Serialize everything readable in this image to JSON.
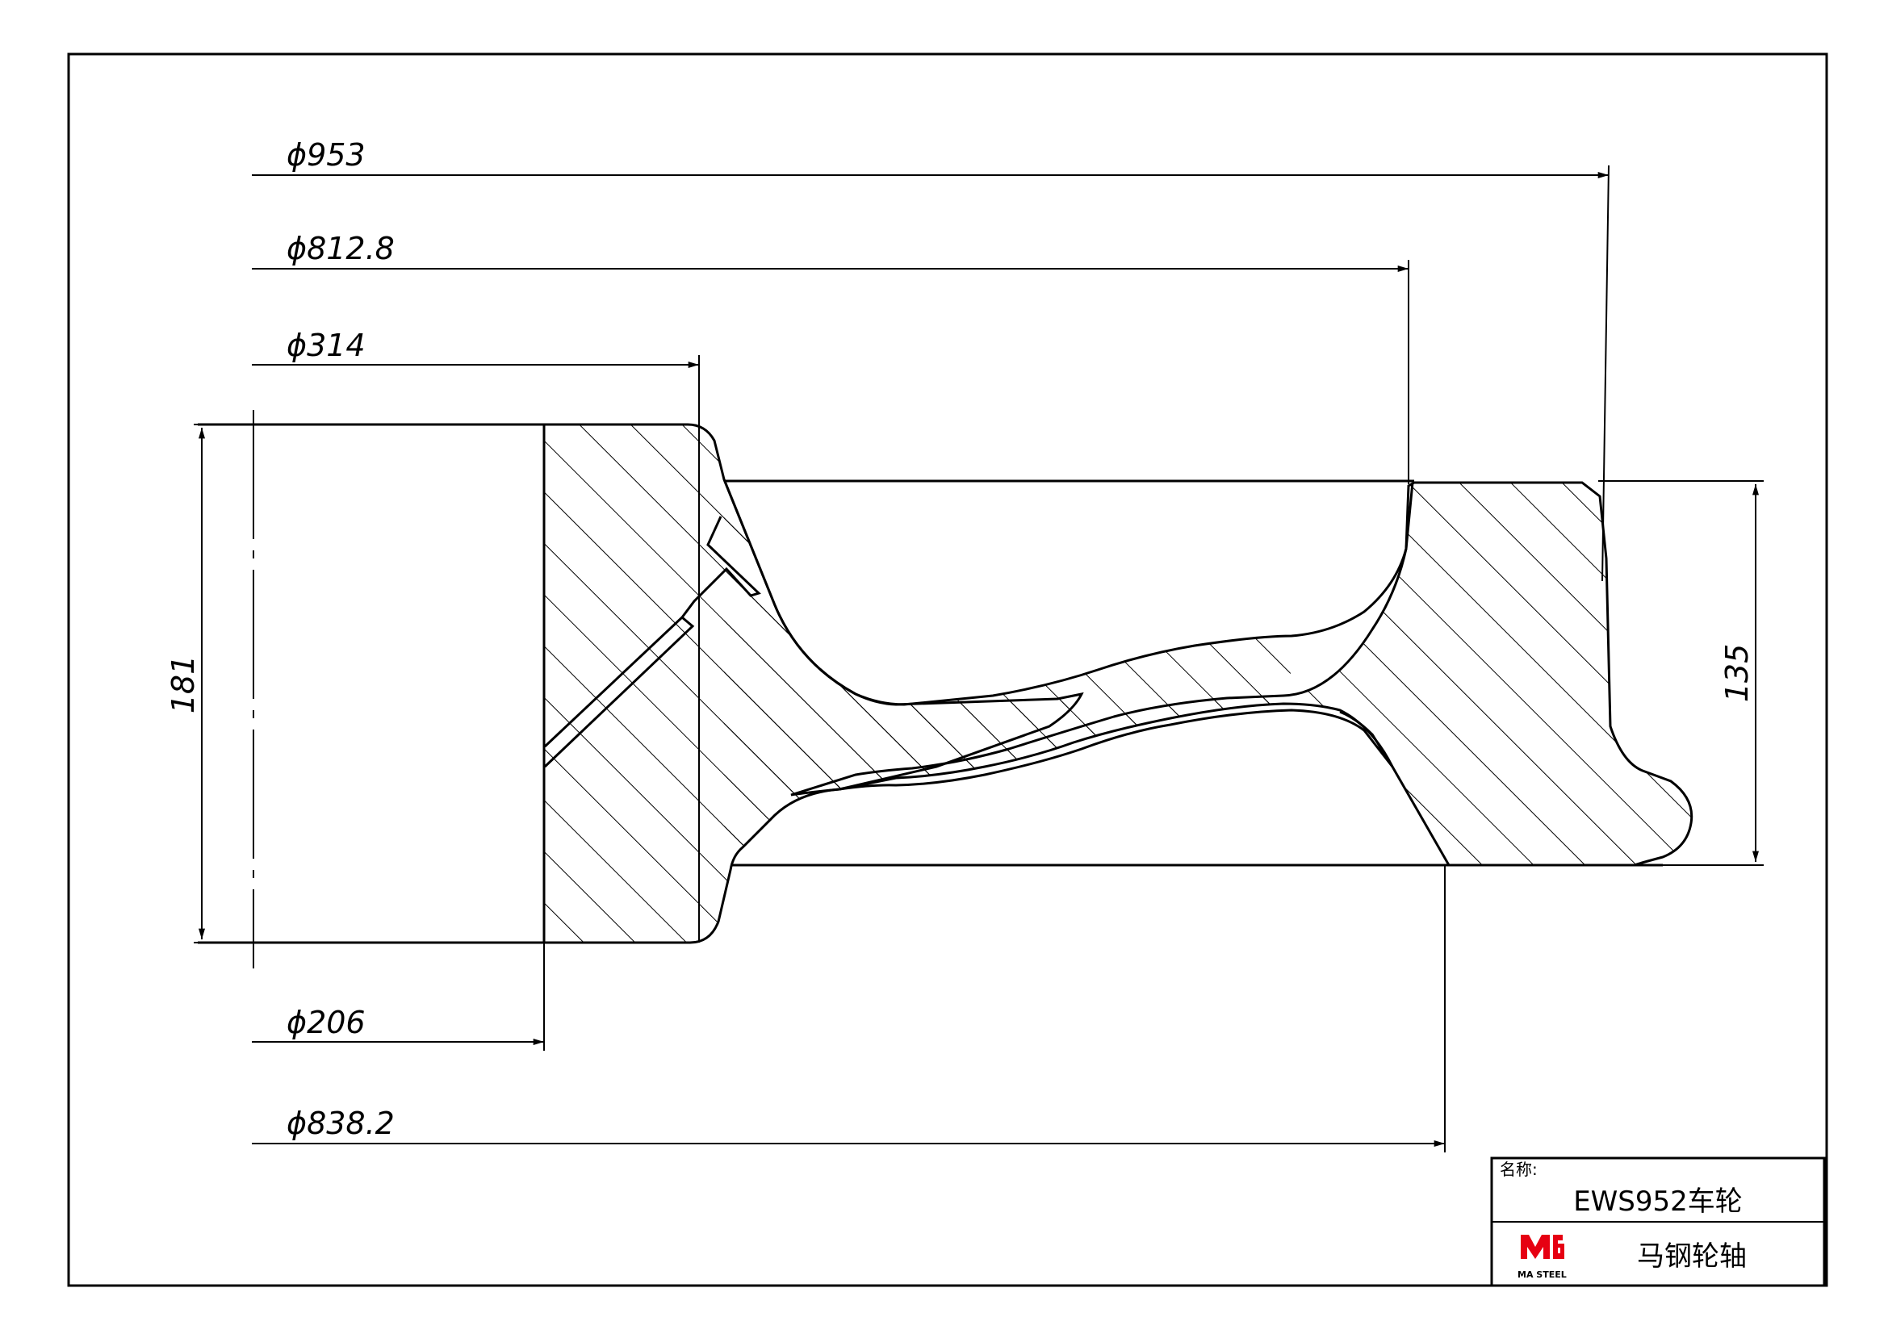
{
  "drawing": {
    "dimensions": {
      "d953": "ϕ953",
      "d812": "ϕ812.8",
      "d314": "ϕ314",
      "d206": "ϕ206",
      "d838": "ϕ838.2",
      "h181": "181",
      "h135": "135"
    }
  },
  "title_block": {
    "name_label": "名称:",
    "product_name": "EWS952车轮",
    "company": "马钢轮轴",
    "logo_text": "MA STEEL",
    "logo_color": "#e60012"
  }
}
